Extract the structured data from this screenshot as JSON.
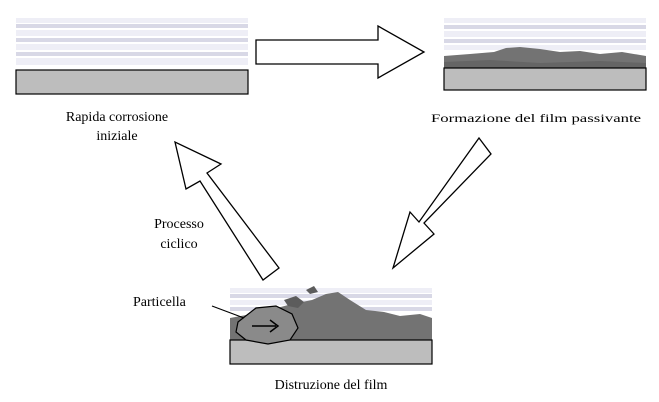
{
  "stages": {
    "initial_corrosion": {
      "line1": "Rapida corrosione",
      "line2": "iniziale"
    },
    "film_formation": {
      "label": "Formazione del film passivante"
    },
    "film_destruction": {
      "label": "Distruzione del film"
    }
  },
  "cycle": {
    "line1": "Processo",
    "line2": "ciclico"
  },
  "particle": {
    "label": "Particella"
  },
  "colors": {
    "substrate": "#bdbdbd",
    "substrate_stroke": "#000000",
    "stripe_light": "#eeeef6",
    "stripe_mid": "#d8d8e6",
    "film": "#737373",
    "film_dark": "#5c5c5c",
    "particle": "#8a8a8a",
    "arrow_fill": "#ffffff",
    "arrow_stroke": "#000000",
    "text": "#000000"
  }
}
